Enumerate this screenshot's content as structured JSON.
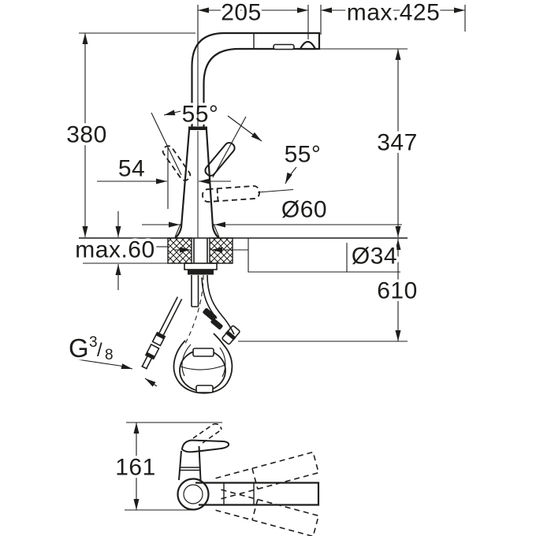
{
  "drawing_title": "faucet-technical-dimension-drawing",
  "colors": {
    "line": "#1d1d1b",
    "background": "#ffffff"
  },
  "front_view": {
    "dim_spout_reach": "205",
    "dim_max_reach": "max.425",
    "dim_height_to_spout_top": "380",
    "dim_handle_offset": "54",
    "dim_handle_angle_left": "55°",
    "dim_handle_angle_right": "55°",
    "dim_base_diameter": "Ø60",
    "dim_hole_diameter": "Ø34",
    "dim_spout_clearance": "347",
    "dim_hose_below_counter": "610",
    "dim_max_counter_thickness": "max.60",
    "thread": {
      "g": "G",
      "numerator": "3",
      "slash": "/",
      "denominator": "8"
    }
  },
  "side_view": {
    "dim_height": "161"
  }
}
